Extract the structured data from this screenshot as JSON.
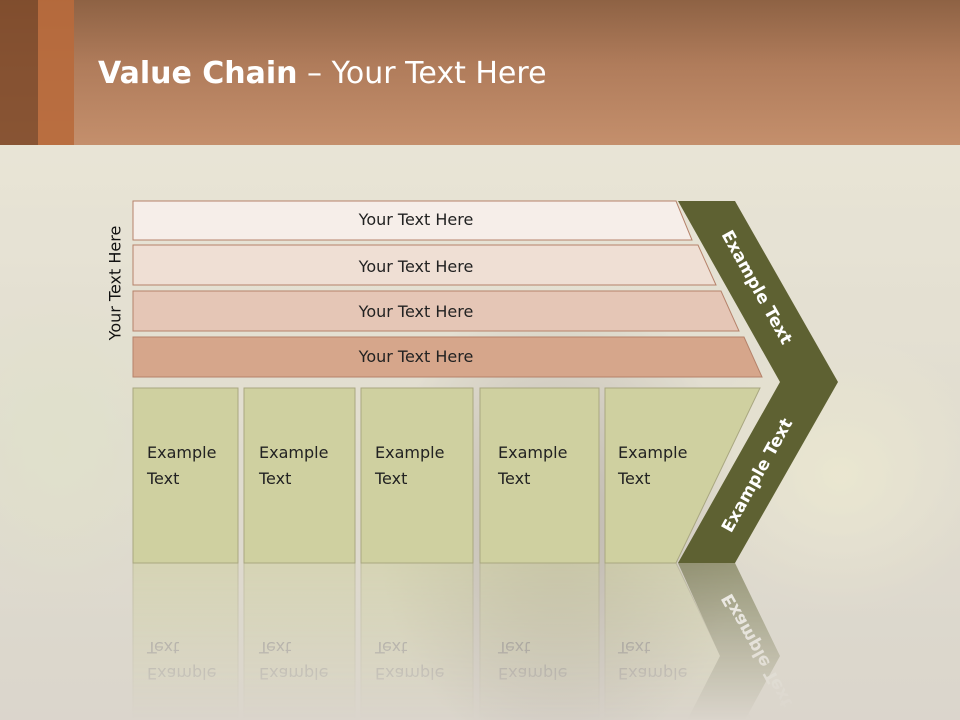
{
  "title": {
    "bold": "Value Chain",
    "rest": " – Your Text Here"
  },
  "side_label": "Your Text Here",
  "bars": [
    {
      "label": "Your Text Here",
      "fill": "#f6eee9"
    },
    {
      "label": "Your Text Here",
      "fill": "#efdfd4"
    },
    {
      "label": "Your Text Here",
      "fill": "#e5c6b6"
    },
    {
      "label": "Your Text Here",
      "fill": "#d6a68b"
    }
  ],
  "columns": [
    {
      "line1": "Example",
      "line2": "Text"
    },
    {
      "line1": "Example",
      "line2": "Text"
    },
    {
      "line1": "Example",
      "line2": "Text"
    },
    {
      "line1": "Example",
      "line2": "Text"
    },
    {
      "line1": "Example",
      "line2": "Text"
    }
  ],
  "chevron": {
    "top_label": "Example Text",
    "bottom_label": "Example Text",
    "fill": "#5e6132"
  },
  "colors": {
    "column_fill": "#cfd0a0",
    "column_stroke": "#a9a780",
    "bar_stroke": "#b5826a"
  }
}
